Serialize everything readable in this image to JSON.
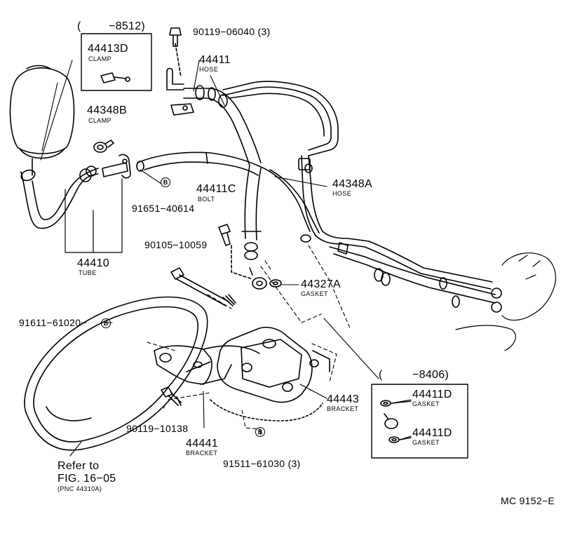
{
  "range_top": {
    "open": "(",
    "code": "−8512)"
  },
  "range_right": {
    "open": "(",
    "code": "−8406)"
  },
  "parts": {
    "p44413D": {
      "number": "44413D",
      "name": "CLAMP"
    },
    "p44348B": {
      "number": "44348B",
      "name": "CLAMP"
    },
    "p44411": {
      "number": "44411",
      "name": "HOSE"
    },
    "p44348A": {
      "number": "44348A",
      "name": "HOSE"
    },
    "p44411C": {
      "number": "44411C",
      "name": "BOLT"
    },
    "p44327A": {
      "number": "44327A",
      "name": "GASKET"
    },
    "p44410": {
      "number": "44410",
      "name": "TUBE"
    },
    "p44443": {
      "number": "44443",
      "name": "BRACKET"
    },
    "p44441": {
      "number": "44441",
      "name": "BRACKET"
    },
    "p44411D_1": {
      "number": "44411D",
      "name": "GASKET"
    },
    "p44411D_2": {
      "number": "44411D",
      "name": "GASKET"
    }
  },
  "bolts": {
    "b1": "90119−06040 (3)",
    "b2": "91651−40614",
    "b3": "90105−10059",
    "b4": "91611−61020−",
    "b5": "90119−10138",
    "b6": "91511−61030 (3)"
  },
  "marker": "B",
  "refer": {
    "line1": "Refer to",
    "line2": "FIG. 16−05",
    "line3": "(PNC 44310A)"
  },
  "figure_id": "MC 9152−E"
}
